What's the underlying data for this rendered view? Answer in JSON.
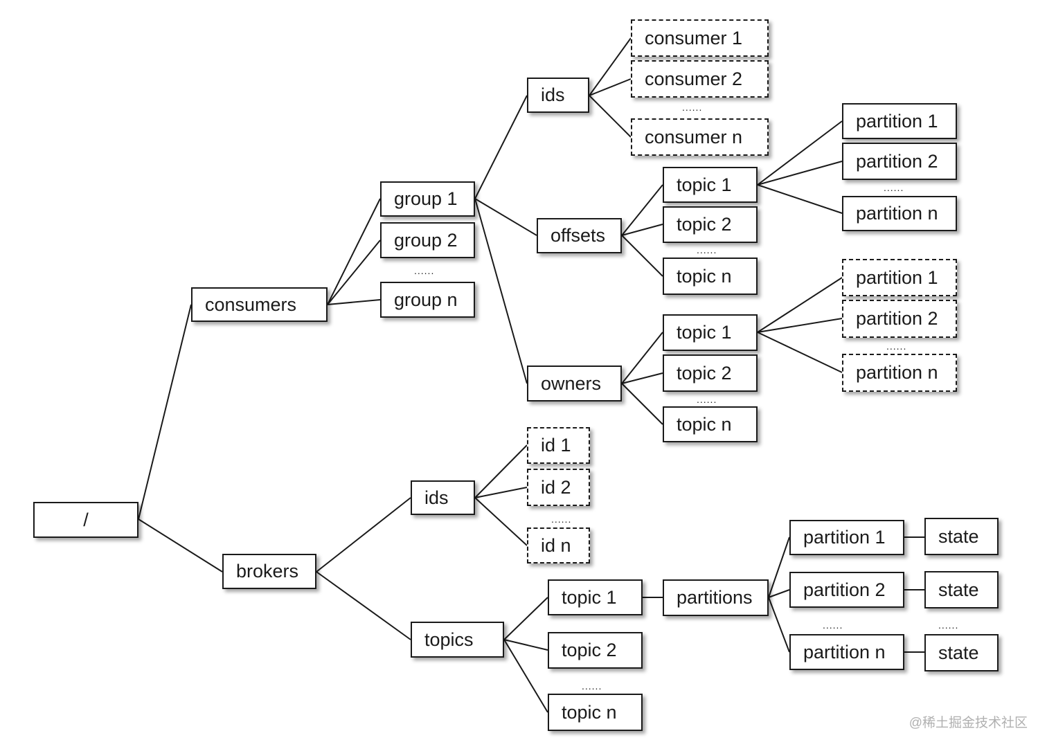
{
  "diagram": {
    "nodes": {
      "root": "/",
      "consumers": "consumers",
      "group1": "group 1",
      "group2": "group 2",
      "groupn": "group n",
      "c_ids": "ids",
      "consumer1": "consumer 1",
      "consumer2": "consumer 2",
      "consumern": "consumer n",
      "offsets": "offsets",
      "off_topic1": "topic 1",
      "off_topic2": "topic 2",
      "off_topicn": "topic n",
      "off_part1": "partition 1",
      "off_part2": "partition 2",
      "off_partn": "partition n",
      "owners": "owners",
      "own_topic1": "topic 1",
      "own_topic2": "topic 2",
      "own_topicn": "topic n",
      "own_part1": "partition 1",
      "own_part2": "partition 2",
      "own_partn": "partition n",
      "brokers": "brokers",
      "b_ids": "ids",
      "id1": "id 1",
      "id2": "id 2",
      "idn": "id n",
      "topics": "topics",
      "b_topic1": "topic 1",
      "b_topic2": "topic 2",
      "b_topicn": "topic n",
      "partitions": "partitions",
      "b_part1": "partition 1",
      "b_part2": "partition 2",
      "b_partn": "partition n",
      "state1": "state",
      "state2": "state",
      "staten": "state"
    },
    "ellipsis": "......"
  },
  "watermark": "@稀土掘金技术社区"
}
